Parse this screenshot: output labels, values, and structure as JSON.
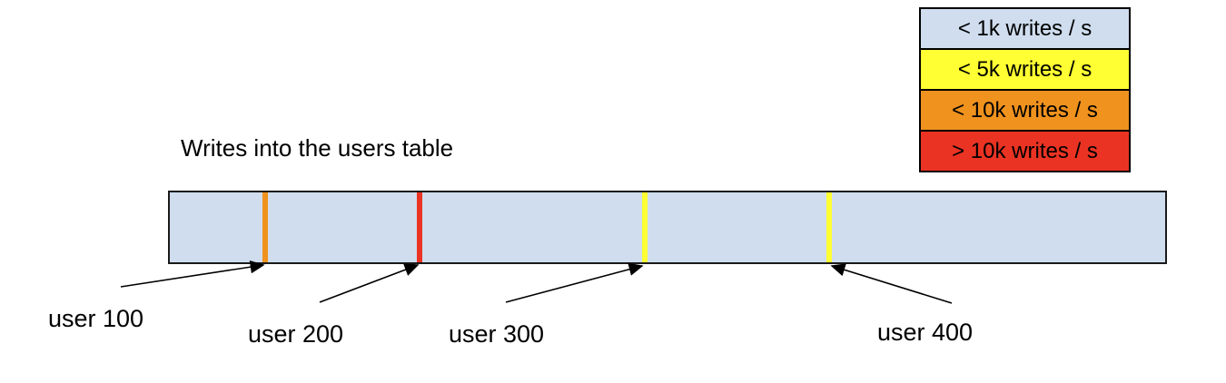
{
  "title": "Writes into the users table",
  "legend": {
    "items": [
      {
        "label": "< 1k writes / s",
        "color": "#cfddee"
      },
      {
        "label": "< 5k writes / s",
        "color": "#ffff33"
      },
      {
        "label": "< 10k writes / s",
        "color": "#f0921e"
      },
      {
        "label": "> 10k writes / s",
        "color": "#ea3323"
      }
    ]
  },
  "table_bar": {
    "fill": "#cfddee",
    "markers": [
      {
        "user": "user 100",
        "color": "#f0921e",
        "rate_category": "< 10k writes / s",
        "position": "102px"
      },
      {
        "user": "user 200",
        "color": "#ea3323",
        "rate_category": "> 10k writes / s",
        "position": "272px"
      },
      {
        "user": "user 300",
        "color": "#ffff33",
        "rate_category": "< 5k writes / s",
        "position": "520px"
      },
      {
        "user": "user 400",
        "color": "#ffff33",
        "rate_category": "< 5k writes / s",
        "position": "723px"
      }
    ]
  }
}
